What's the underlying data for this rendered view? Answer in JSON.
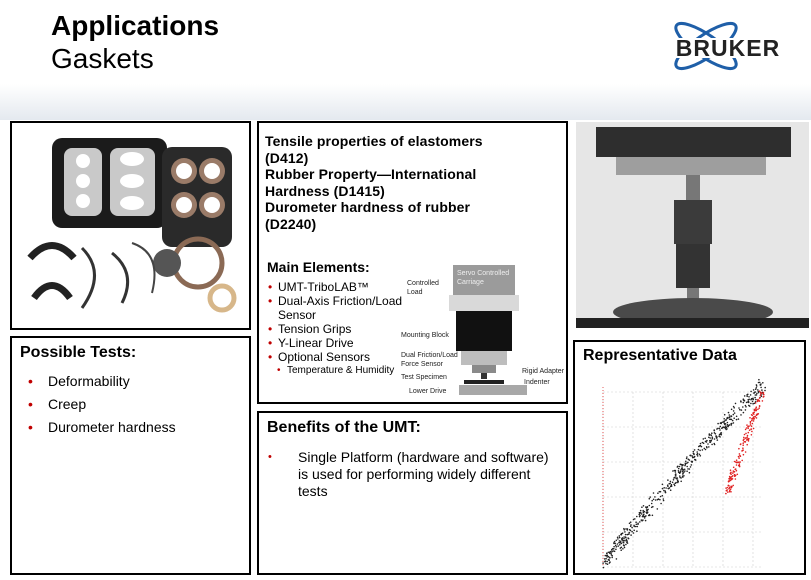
{
  "header": {
    "title": "Applications",
    "subtitle": "Gaskets"
  },
  "logo": {
    "text": "BRUKER",
    "color": "#1f5fa8",
    "icon": "atom-orbit-icon"
  },
  "possible_tests": {
    "heading": "Possible Tests:",
    "items": [
      "Deformability",
      "Creep",
      "Durometer hardness"
    ]
  },
  "properties": {
    "lines": [
      "Tensile properties of elastomers",
      "(D412)",
      "Rubber Property—International",
      "Hardness (D1415)",
      "Durometer hardness of rubber",
      "(D2240)"
    ]
  },
  "main_elements": {
    "heading": "Main Elements:",
    "items": [
      "UMT-TriboLAB™",
      "Dual-Axis Friction/Load Sensor",
      "Tension Grips",
      "Y-Linear Drive",
      "Optional Sensors"
    ],
    "sub_item": "Temperature & Humidity"
  },
  "diagram": {
    "labels": {
      "servo": "Servo Controlled Carriage",
      "controlled_load": "Controlled Load",
      "mounting_block": "Mounting Block",
      "force_sensor": "Dual Friction/Load Force Sensor",
      "rigid_adapter": "Rigid Adapter",
      "indenter": "Indenter",
      "test_specimen": "Test Specimen",
      "lower_drive": "Lower Drive"
    }
  },
  "benefits": {
    "heading": "Benefits of the UMT:",
    "text": "Single Platform (hardware and software) is used for performing widely different tests"
  },
  "representative": {
    "heading": "Representative Data"
  },
  "colors": {
    "bullet": "#c00000",
    "logo_blue": "#1f5fa8",
    "border": "#000000",
    "header_fade": "#e4e9ef"
  }
}
